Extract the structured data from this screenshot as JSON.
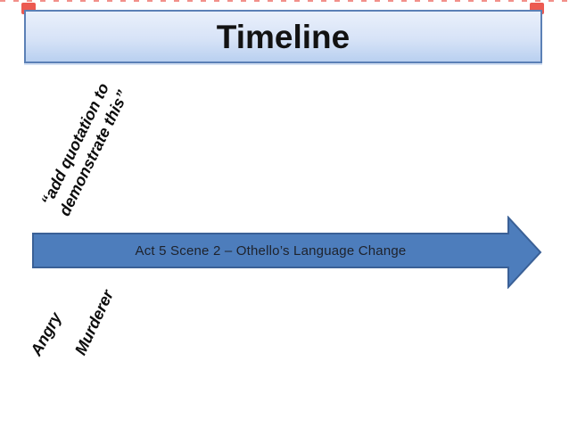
{
  "slide": {
    "title": "Timeline",
    "timeline_arrow": {
      "label": "Act 5 Scene 2 – Othello’s Language Change"
    },
    "annotations": {
      "quote_line1": "“add quotation to",
      "quote_line2": "demonstrate this”",
      "emotion_label": "Angry",
      "role_label": "Murderer"
    },
    "colors": {
      "arrow_fill": "#4d7dbc",
      "arrow_stroke": "#3a6096",
      "title_border": "#5b80b6",
      "title_gradient_top": "#eaf0fb",
      "title_gradient_bottom": "#b9d0f0",
      "marker_red": "#e8362b",
      "text_dark": "#1e222b"
    }
  }
}
